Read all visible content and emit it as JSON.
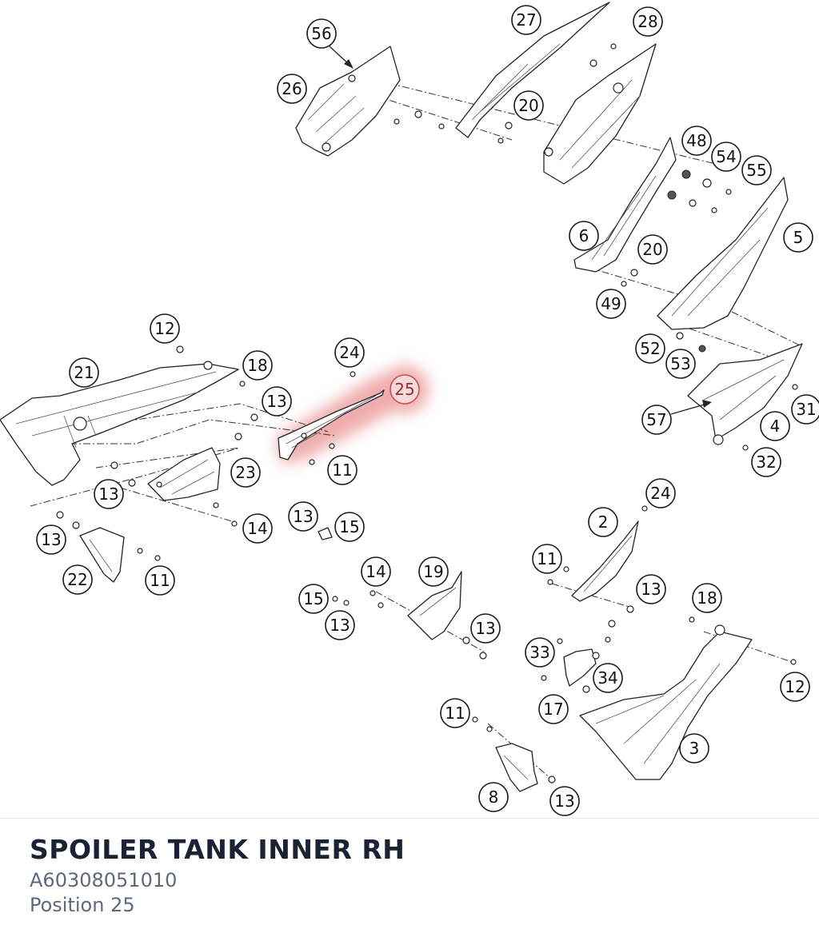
{
  "part": {
    "name": "SPOILER TANK INNER RH",
    "number": "A60308051010",
    "position_label": "Position 25"
  },
  "highlighted_callout": "25",
  "callouts": [
    "56",
    "26",
    "27",
    "28",
    "20",
    "48",
    "54",
    "55",
    "6",
    "5",
    "20",
    "49",
    "52",
    "53",
    "57",
    "4",
    "31",
    "32",
    "12",
    "21",
    "18",
    "24",
    "25",
    "13",
    "11",
    "23",
    "13",
    "13",
    "14",
    "13",
    "15",
    "22",
    "11",
    "24",
    "2",
    "11",
    "13",
    "18",
    "14",
    "19",
    "15",
    "13",
    "13",
    "33",
    "34",
    "17",
    "12",
    "11",
    "3",
    "8",
    "13"
  ],
  "colors": {
    "highlight": "#e26b6b",
    "title": "#1b2233",
    "subtitle": "#5d6a7d"
  }
}
